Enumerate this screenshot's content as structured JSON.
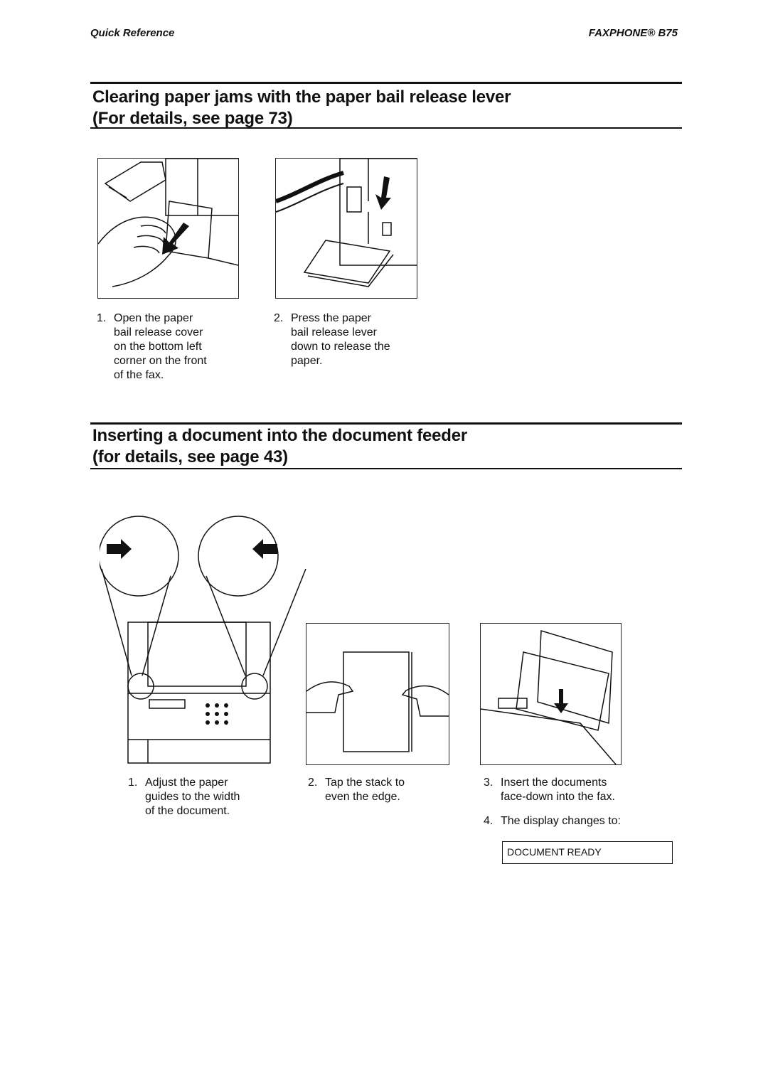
{
  "header": {
    "left": "Quick Reference",
    "right": "FAXPHONE® B75"
  },
  "section1": {
    "title_line1": "Clearing paper jams with the paper bail release lever",
    "title_line2": "(For details, see page 73)",
    "steps": [
      {
        "num": "1.",
        "text": "Open the paper\nbail release cover\non the bottom left\ncorner on the front\nof the fax."
      },
      {
        "num": "2.",
        "text": "Press the paper\nbail release lever\ndown to release the\npaper."
      }
    ]
  },
  "section2": {
    "title_line1": "Inserting a document into the document feeder",
    "title_line2": "(for details, see page 43)",
    "steps": [
      {
        "num": "1.",
        "text": "Adjust the paper\nguides to the width\nof the document."
      },
      {
        "num": "2.",
        "text": "Tap the stack to\neven the edge."
      },
      {
        "num": "3.",
        "text": "Insert the documents\nface-down into the fax."
      },
      {
        "num": "4.",
        "text": "The display changes to:"
      }
    ],
    "display_text": "DOCUMENT READY"
  }
}
